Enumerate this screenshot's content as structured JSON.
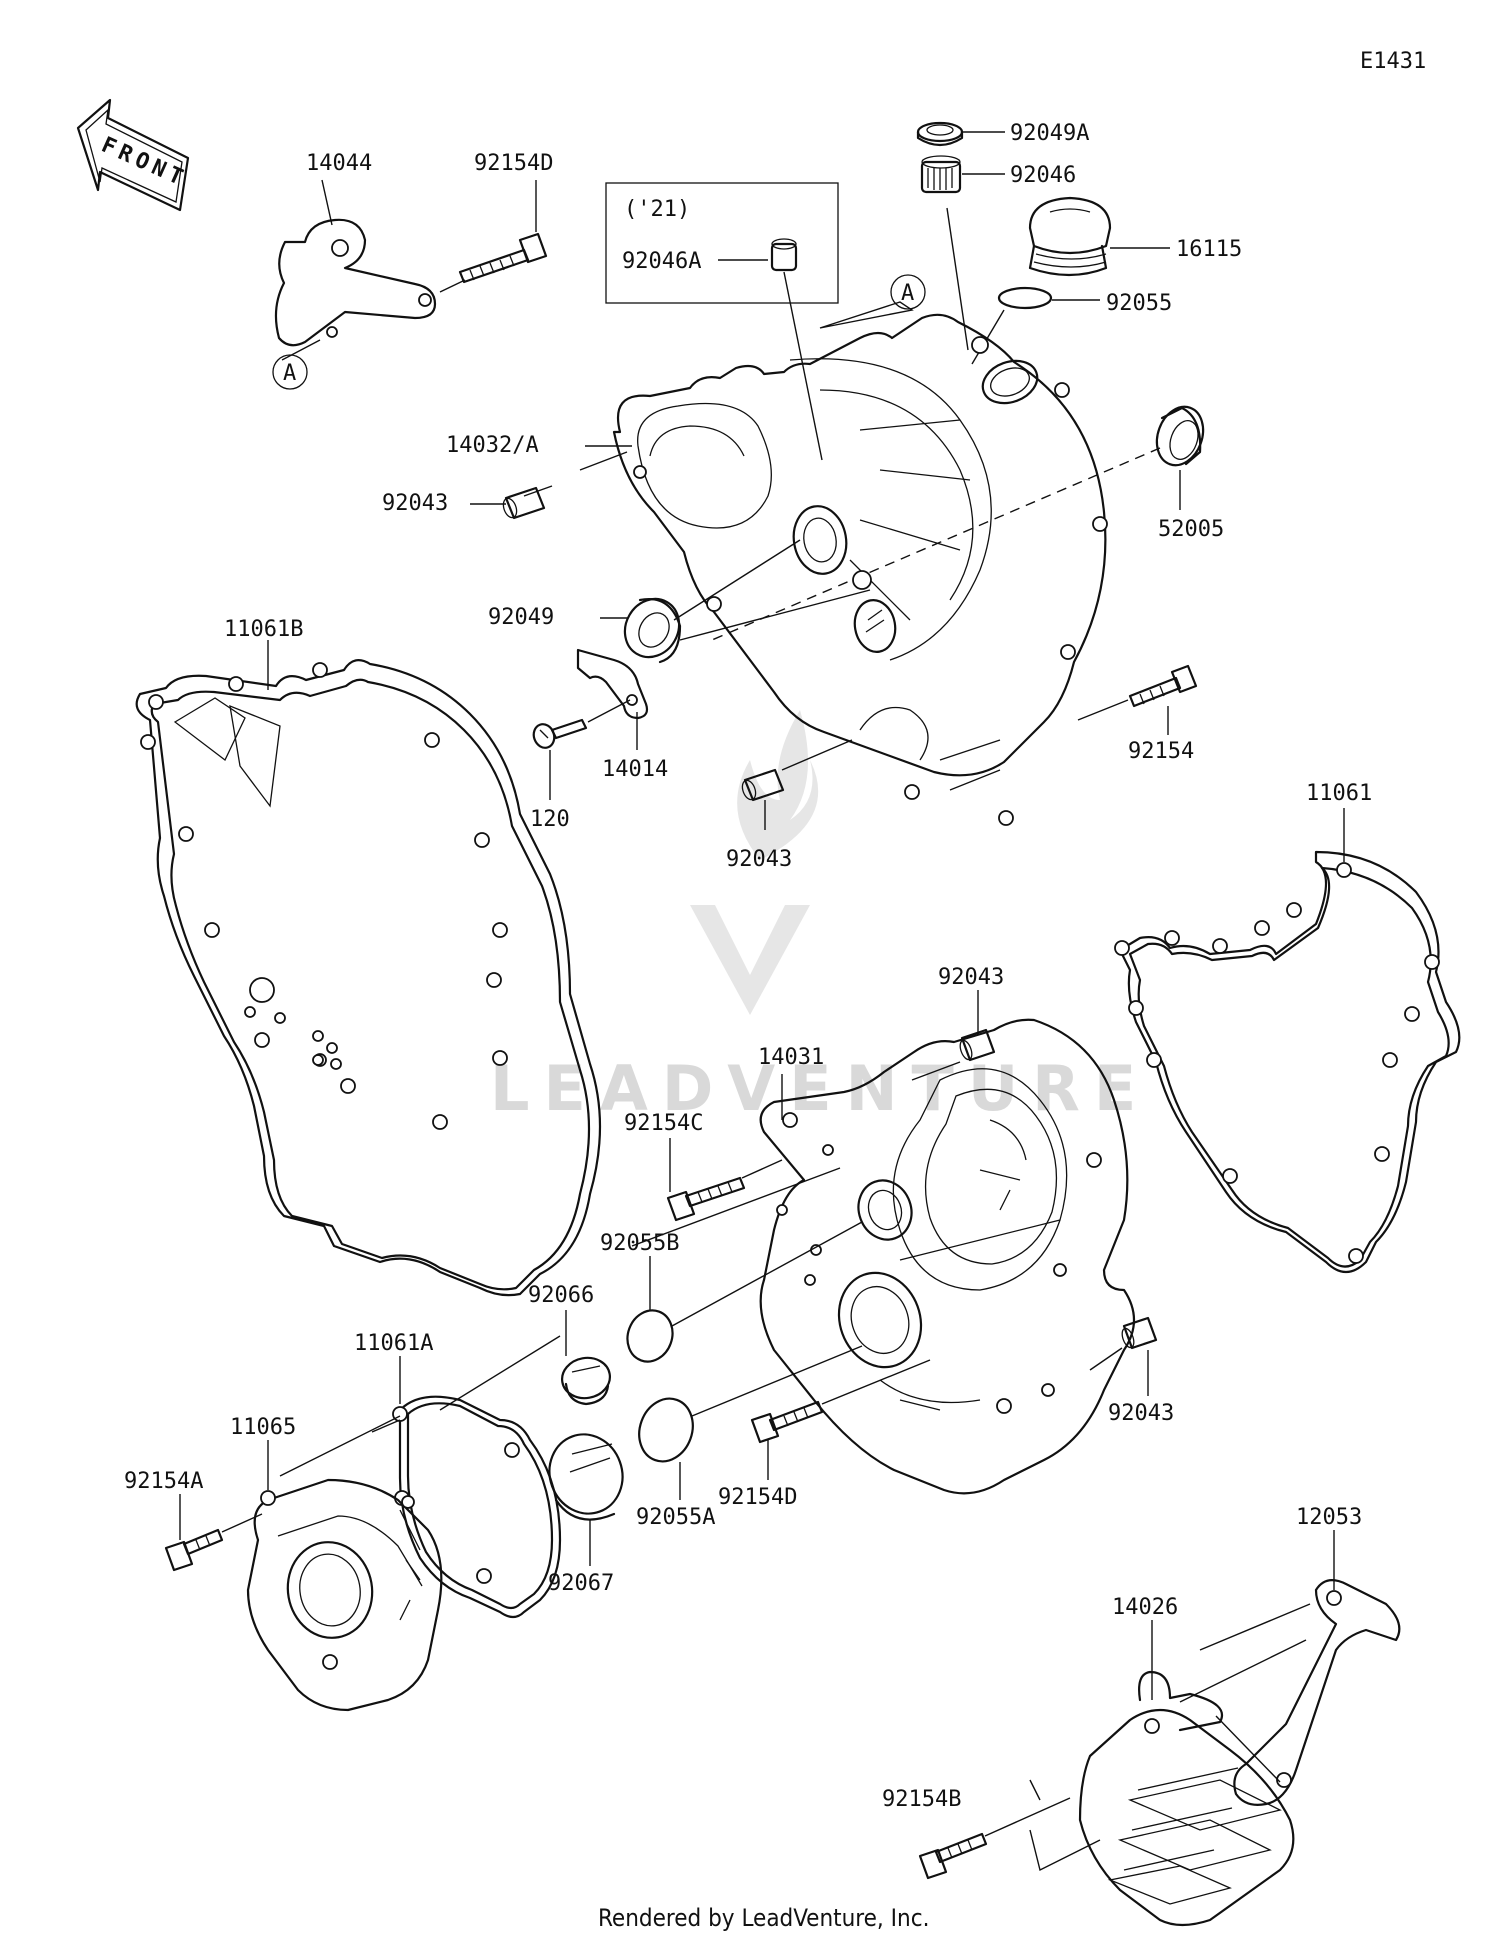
{
  "diagram_code": "E1431",
  "front_label": "FRONT",
  "watermark": "LEADVENTURE",
  "footer": "Rendered by LeadVenture, Inc.",
  "variant_box": {
    "year": "('21)",
    "part": "92046A"
  },
  "callout_marker": "A",
  "parts": [
    {
      "id": "p01",
      "label": "14044"
    },
    {
      "id": "p02",
      "label": "92154D"
    },
    {
      "id": "p03",
      "label": "92049A"
    },
    {
      "id": "p04",
      "label": "92046"
    },
    {
      "id": "p05",
      "label": "16115"
    },
    {
      "id": "p06",
      "label": "92055"
    },
    {
      "id": "p07",
      "label": "14032/A"
    },
    {
      "id": "p08",
      "label": "92043"
    },
    {
      "id": "p09",
      "label": "52005"
    },
    {
      "id": "p10",
      "label": "92049"
    },
    {
      "id": "p11",
      "label": "11061B"
    },
    {
      "id": "p12",
      "label": "92154"
    },
    {
      "id": "p13",
      "label": "14014"
    },
    {
      "id": "p14",
      "label": "120"
    },
    {
      "id": "p15",
      "label": "92043"
    },
    {
      "id": "p16",
      "label": "11061"
    },
    {
      "id": "p17",
      "label": "92043"
    },
    {
      "id": "p18",
      "label": "14031"
    },
    {
      "id": "p19",
      "label": "92154C"
    },
    {
      "id": "p20",
      "label": "92055B"
    },
    {
      "id": "p21",
      "label": "92066"
    },
    {
      "id": "p22",
      "label": "11061A"
    },
    {
      "id": "p23",
      "label": "11065"
    },
    {
      "id": "p24",
      "label": "92154A"
    },
    {
      "id": "p25",
      "label": "92043"
    },
    {
      "id": "p26",
      "label": "92055A"
    },
    {
      "id": "p27",
      "label": "92154D"
    },
    {
      "id": "p28",
      "label": "92067"
    },
    {
      "id": "p29",
      "label": "12053"
    },
    {
      "id": "p30",
      "label": "14026"
    },
    {
      "id": "p31",
      "label": "92154B"
    }
  ]
}
